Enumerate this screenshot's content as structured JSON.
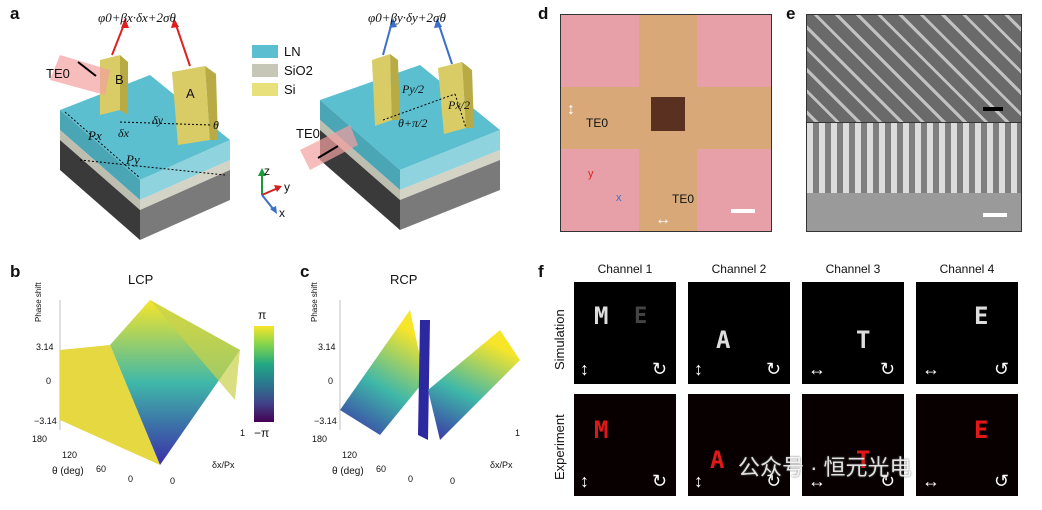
{
  "panel_labels": {
    "a": "a",
    "b": "b",
    "c": "c",
    "d": "d",
    "e": "e",
    "f": "f"
  },
  "panel_a": {
    "left_formula": "φ0+βx·δx+2σθ",
    "right_formula": "φ0+βy·δy+2σθ",
    "te0": "TE0",
    "pillar_B": "B",
    "pillar_A": "A",
    "px": "Px",
    "py": "Py",
    "dx": "δx",
    "dy": "δy",
    "theta": "θ",
    "py_half": "Py/2",
    "px_half": "Px/2",
    "theta_rot": "θ+π/2",
    "legend": [
      {
        "label": "LN",
        "color": "#5bbfd0"
      },
      {
        "label": "SiO2",
        "color": "#c7c7b8"
      },
      {
        "label": "Si",
        "color": "#e8e07a"
      }
    ],
    "axes": {
      "z": "z",
      "y": "y",
      "x": "x"
    }
  },
  "panel_b": {
    "title": "LCP",
    "zlabel": "Phase shift",
    "ticks_z": [
      "3.14",
      "0",
      "−3.14"
    ],
    "ticks_theta": [
      "180",
      "120",
      "60",
      "0"
    ],
    "xlabel": "θ (deg)",
    "ylabel": "δx/Px",
    "ticks_y": [
      "0",
      "1"
    ]
  },
  "panel_c": {
    "title": "RCP",
    "zlabel": "Phase shift",
    "ticks_z": [
      "3.14",
      "0",
      "−3.14"
    ],
    "ticks_theta": [
      "180",
      "120",
      "60",
      "0"
    ],
    "xlabel": "θ (deg)",
    "ylabel": "δx/Px",
    "ticks_y": [
      "0",
      "1"
    ]
  },
  "colorbar": {
    "top": "π",
    "bottom": "−π"
  },
  "panel_d": {
    "te0_left": "TE0",
    "te0_bottom": "TE0",
    "y": "y",
    "x": "x"
  },
  "panel_f": {
    "channels": [
      "Channel 1",
      "Channel 2",
      "Channel 3",
      "Channel 4"
    ],
    "rows": [
      "Simulation",
      "Experiment"
    ],
    "letters": [
      "M",
      "A",
      "T",
      "E"
    ],
    "watermark": "公众号 · 恒元光电"
  }
}
